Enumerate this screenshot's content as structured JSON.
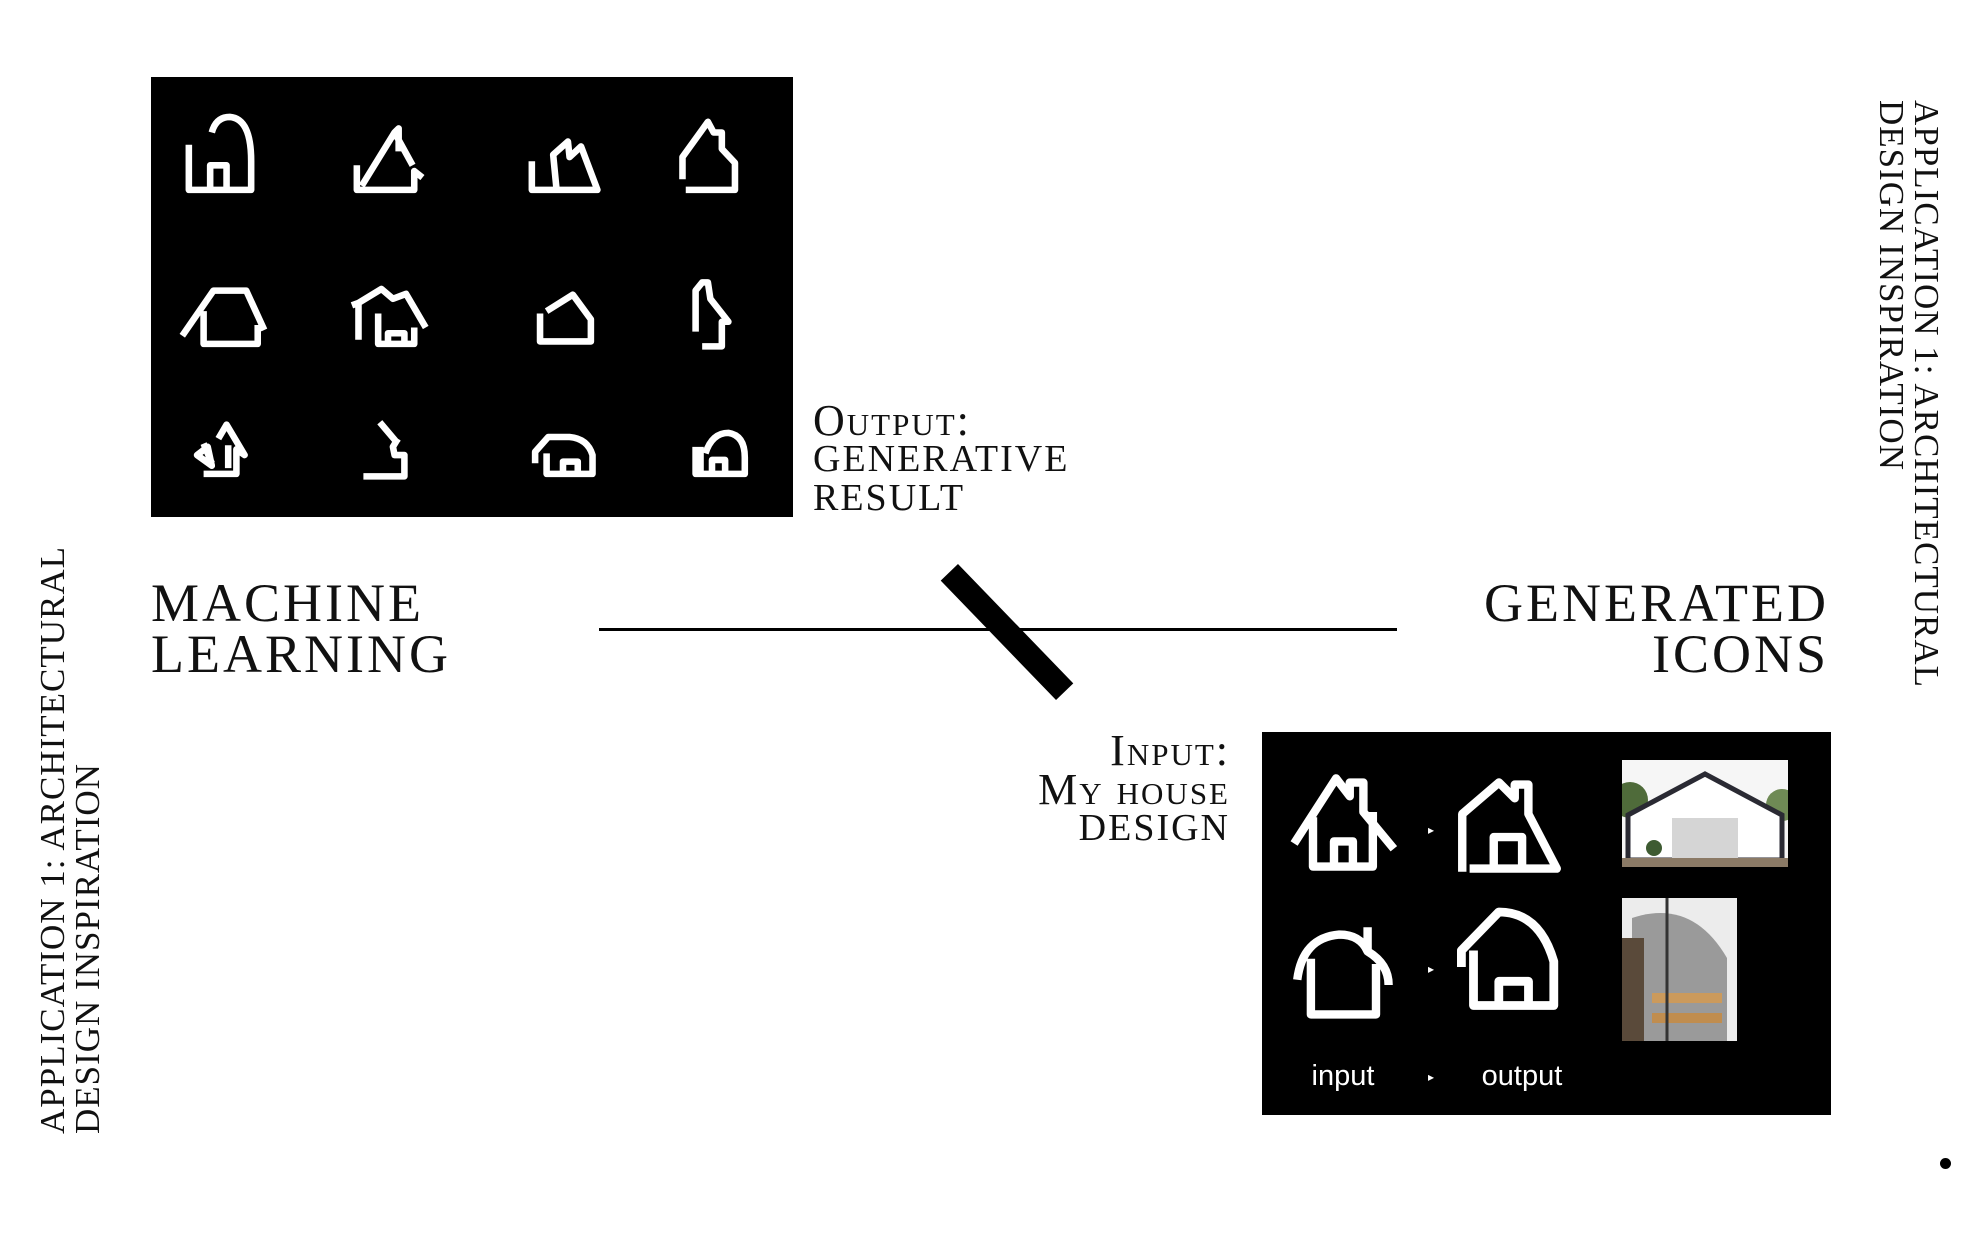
{
  "titles": {
    "left": [
      "Machine",
      "Learning"
    ],
    "right": [
      "Generated",
      "Icons"
    ]
  },
  "output_caption": [
    "Output:",
    "generative",
    "result"
  ],
  "input_caption": [
    "Input:",
    "My house",
    "design"
  ],
  "side_labels": {
    "left": [
      "Application 1: architectural",
      "design inspiration"
    ],
    "right": [
      "Application 1: architectural",
      "design inspiration"
    ]
  },
  "pair_panel": {
    "input_label": "input",
    "output_label": "output",
    "arrow": "▸"
  },
  "icons": [
    "house-sketch-icon"
  ],
  "colors": {
    "panel": "#000000",
    "sketch": "#ffffff",
    "background": "#ffffff"
  }
}
